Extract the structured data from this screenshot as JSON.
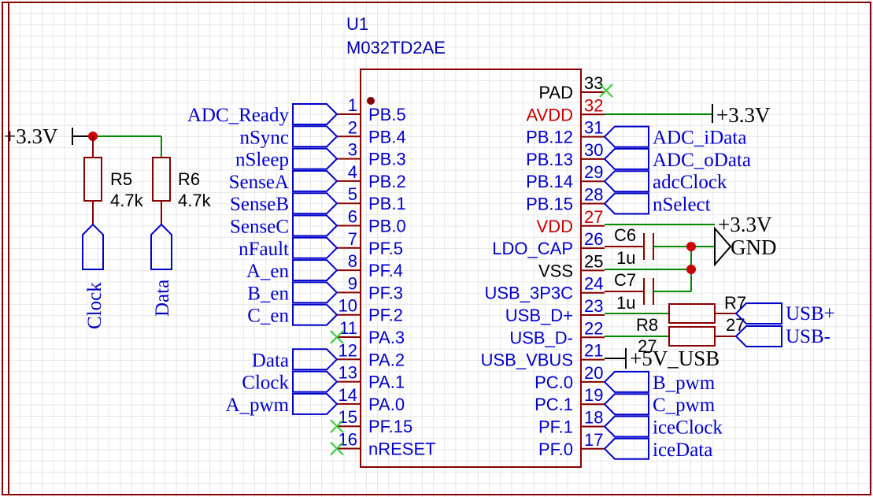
{
  "colors": {
    "component": "#880000",
    "wire": "#008800",
    "label": "#0000cc",
    "junction": "#cc0000",
    "nc_mark": "#33cc33",
    "pin_text": "#0000cc",
    "power_pin_text": "#cc0000"
  },
  "ic": {
    "ref": "U1",
    "value": "M032TD2AE",
    "left_pins": [
      {
        "num": "1",
        "name": "PB.5",
        "net": "ADC_Ready"
      },
      {
        "num": "2",
        "name": "PB.4",
        "net": "nSync"
      },
      {
        "num": "3",
        "name": "PB.3",
        "net": "nSleep"
      },
      {
        "num": "4",
        "name": "PB.2",
        "net": "SenseA"
      },
      {
        "num": "5",
        "name": "PB.1",
        "net": "SenseB"
      },
      {
        "num": "6",
        "name": "PB.0",
        "net": "SenseC"
      },
      {
        "num": "7",
        "name": "PF.5",
        "net": "nFault"
      },
      {
        "num": "8",
        "name": "PF.4",
        "net": "A_en"
      },
      {
        "num": "9",
        "name": "PF.3",
        "net": "B_en"
      },
      {
        "num": "10",
        "name": "PF.2",
        "net": "C_en"
      },
      {
        "num": "11",
        "name": "PA.3",
        "net": ""
      },
      {
        "num": "12",
        "name": "PA.2",
        "net": "Data"
      },
      {
        "num": "13",
        "name": "PA.1",
        "net": "Clock"
      },
      {
        "num": "14",
        "name": "PA.0",
        "net": "A_pwm"
      },
      {
        "num": "15",
        "name": "PF.15",
        "net": ""
      },
      {
        "num": "16",
        "name": "nRESET",
        "net": ""
      }
    ],
    "right_pins": [
      {
        "num": "33",
        "name": "PAD",
        "color": "black"
      },
      {
        "num": "32",
        "name": "AVDD",
        "color": "red"
      },
      {
        "num": "31",
        "name": "PB.12",
        "color": "blue",
        "net": "ADC_iData"
      },
      {
        "num": "30",
        "name": "PB.13",
        "color": "blue",
        "net": "ADC_oData"
      },
      {
        "num": "29",
        "name": "PB.14",
        "color": "blue",
        "net": "adcClock"
      },
      {
        "num": "28",
        "name": "PB.15",
        "color": "blue",
        "net": "nSelect"
      },
      {
        "num": "27",
        "name": "VDD",
        "color": "red"
      },
      {
        "num": "26",
        "name": "LDO_CAP",
        "color": "blue"
      },
      {
        "num": "25",
        "name": "VSS",
        "color": "black"
      },
      {
        "num": "24",
        "name": "USB_3P3C",
        "color": "blue"
      },
      {
        "num": "23",
        "name": "USB_D+",
        "color": "blue"
      },
      {
        "num": "22",
        "name": "USB_D-",
        "color": "blue"
      },
      {
        "num": "21",
        "name": "USB_VBUS",
        "color": "blue"
      },
      {
        "num": "20",
        "name": "PC.0",
        "color": "blue",
        "net": "B_pwm"
      },
      {
        "num": "19",
        "name": "PC.1",
        "color": "blue",
        "net": "C_pwm"
      },
      {
        "num": "18",
        "name": "PF.1",
        "color": "blue",
        "net": "iceClock"
      },
      {
        "num": "17",
        "name": "PF.0",
        "color": "blue",
        "net": "iceData"
      }
    ]
  },
  "power": {
    "left_33v": "+3.3V",
    "avdd_33v": "+3.3V",
    "vdd_33v": "+3.3V",
    "gnd": "GND",
    "vbus": "+5V_USB"
  },
  "resistors": {
    "r5": {
      "ref": "R5",
      "value": "4.7k",
      "net": "Clock"
    },
    "r6": {
      "ref": "R6",
      "value": "4.7k",
      "net": "Data"
    },
    "r7": {
      "ref": "R7",
      "value": "27",
      "net": "USB+"
    },
    "r8": {
      "ref": "R8",
      "value": "27",
      "net": "USB-"
    }
  },
  "capacitors": {
    "c6": {
      "ref": "C6",
      "value": "1u"
    },
    "c7": {
      "ref": "C7",
      "value": "1u"
    }
  }
}
